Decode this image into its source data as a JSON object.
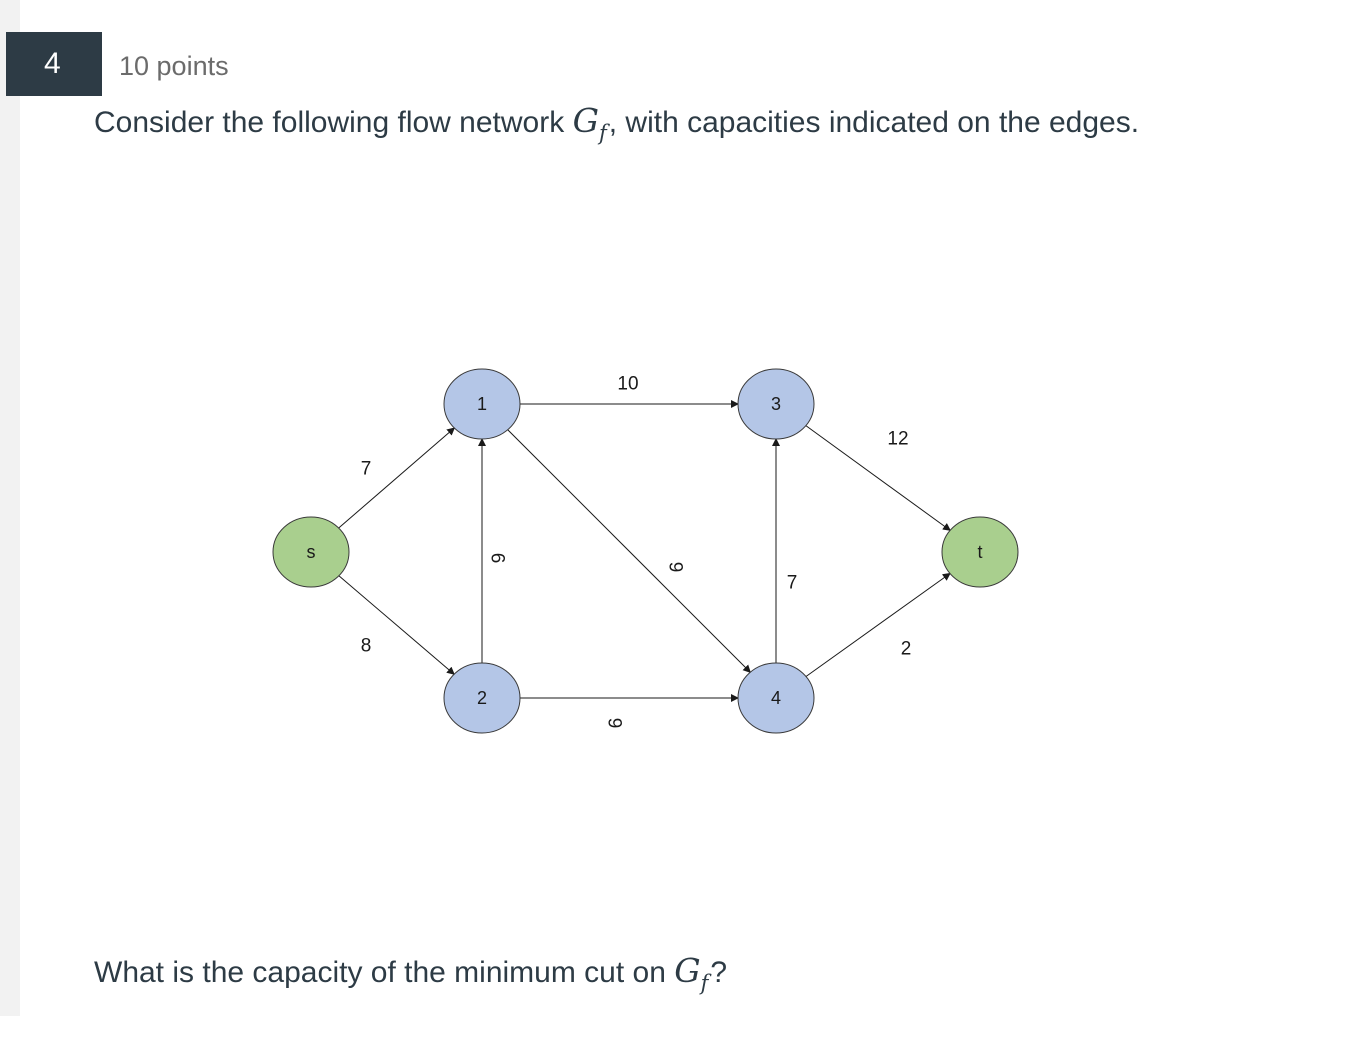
{
  "question": {
    "number": "4",
    "points": "10 points",
    "prompt_before": "Consider the following flow network",
    "prompt_math_main": "G",
    "prompt_math_sub": "f",
    "prompt_after": ", with capacities indicated on the edges.",
    "ask_before": "What is the capacity of the minimum cut on",
    "ask_math_main": "G",
    "ask_math_sub": "f",
    "ask_after": "?"
  },
  "graph": {
    "colors": {
      "terminal_fill": "#a9cf8e",
      "inner_fill": "#b4c6e7",
      "stroke": "#3a3a3a"
    },
    "nodes": [
      {
        "id": "s",
        "label": "s",
        "kind": "terminal"
      },
      {
        "id": "1",
        "label": "1",
        "kind": "inner"
      },
      {
        "id": "2",
        "label": "2",
        "kind": "inner"
      },
      {
        "id": "3",
        "label": "3",
        "kind": "inner"
      },
      {
        "id": "4",
        "label": "4",
        "kind": "inner"
      },
      {
        "id": "t",
        "label": "t",
        "kind": "terminal"
      }
    ],
    "edges": [
      {
        "from": "s",
        "to": "1",
        "capacity": "7"
      },
      {
        "from": "s",
        "to": "2",
        "capacity": "8"
      },
      {
        "from": "2",
        "to": "1",
        "capacity": "6"
      },
      {
        "from": "1",
        "to": "3",
        "capacity": "10"
      },
      {
        "from": "1",
        "to": "4",
        "capacity": "9"
      },
      {
        "from": "2",
        "to": "4",
        "capacity": "9"
      },
      {
        "from": "4",
        "to": "3",
        "capacity": "7"
      },
      {
        "from": "3",
        "to": "t",
        "capacity": "12"
      },
      {
        "from": "4",
        "to": "t",
        "capacity": "2"
      }
    ]
  }
}
